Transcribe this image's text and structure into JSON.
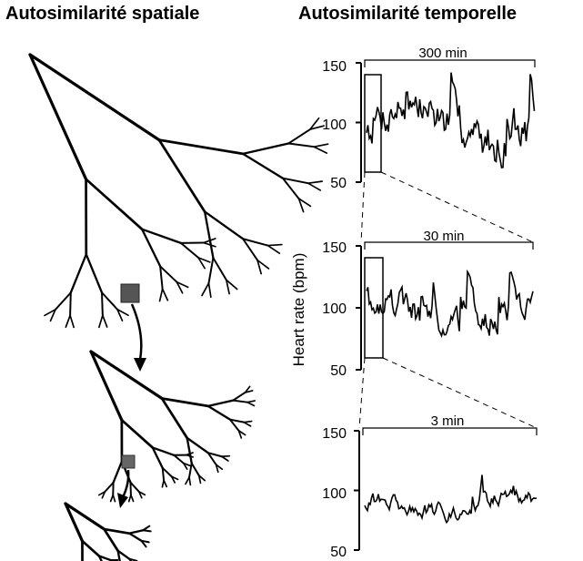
{
  "titles": {
    "spatial": "Autosimilarité spatiale",
    "temporal": "Autosimilarité temporelle"
  },
  "y_axis_label": "Heart rate (bpm)",
  "panels": [
    {
      "duration": "300 min",
      "ticks": [
        "150",
        "100",
        "50"
      ]
    },
    {
      "duration": "30 min",
      "ticks": [
        "150",
        "100",
        "50"
      ]
    },
    {
      "duration": "3 min",
      "ticks": [
        "150",
        "100",
        "50"
      ]
    }
  ]
}
